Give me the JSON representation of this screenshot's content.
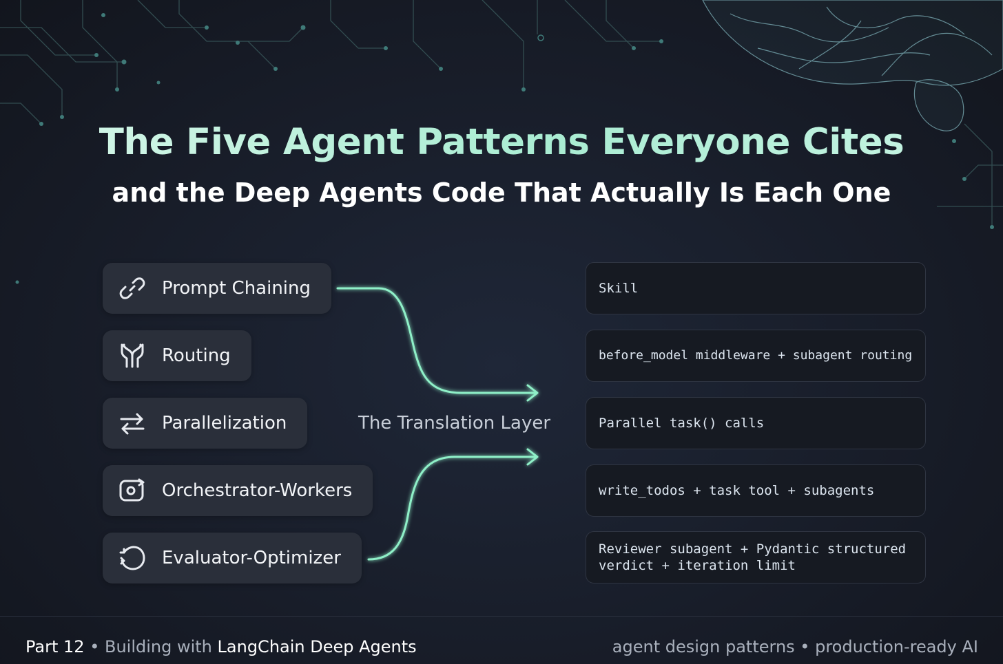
{
  "title": "The Five Agent Patterns Everyone Cites",
  "subtitle": "and the Deep Agents Code That Actually Is Each One",
  "patterns": [
    {
      "label": "Prompt Chaining",
      "icon": "link-icon"
    },
    {
      "label": "Routing",
      "icon": "routing-icon"
    },
    {
      "label": "Parallelization",
      "icon": "parallel-arrows-icon"
    },
    {
      "label": "Orchestrator-Workers",
      "icon": "orchestrator-icon"
    },
    {
      "label": "Evaluator-Optimizer",
      "icon": "refresh-icon"
    }
  ],
  "translation_label": "The Translation Layer",
  "code_mappings": [
    "Skill",
    "before_model middleware + subagent routing",
    "Parallel task() calls",
    "write_todos + task tool + subagents",
    "Reviewer subagent + Pydantic structured verdict + iteration limit"
  ],
  "footer": {
    "part": "Part 12",
    "separator": "•",
    "series_prefix": "Building with",
    "series_name": "LangChain Deep Agents",
    "tags": "agent design patterns • production-ready AI"
  },
  "colors": {
    "accent": "#8ff0c8",
    "background": "#181d29",
    "card": "#2a2f3a",
    "code_box": "#161a22"
  }
}
